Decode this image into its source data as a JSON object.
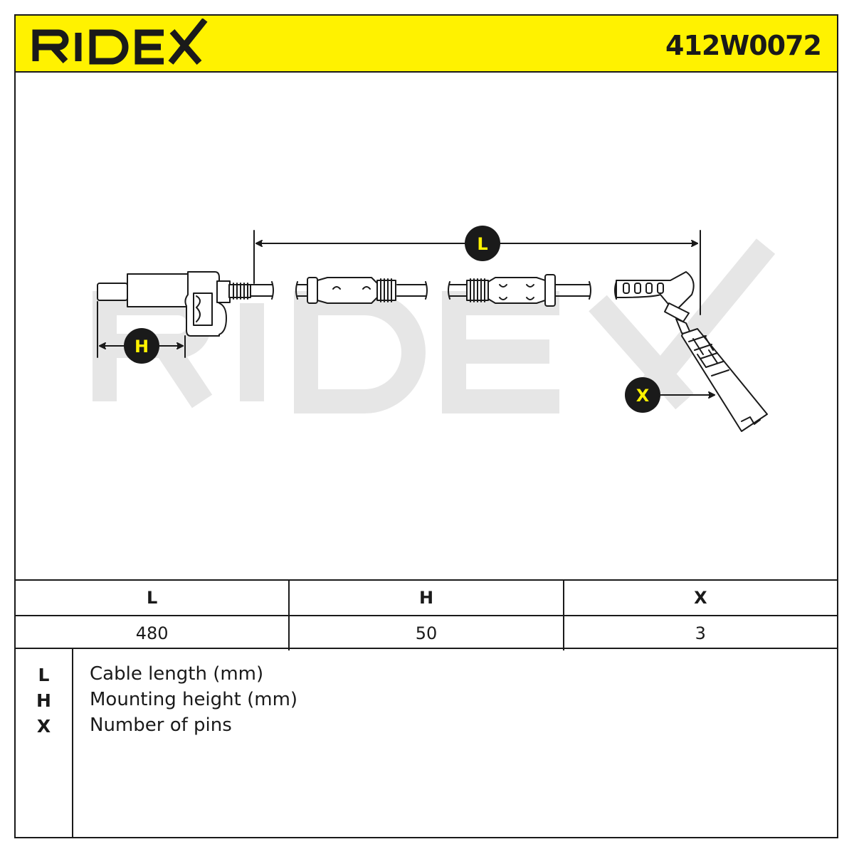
{
  "brand": "RIDEX",
  "part_number": "412W0072",
  "diagram": {
    "labels": {
      "L": "L",
      "H": "H",
      "X": "X"
    },
    "watermark": "RIDEX"
  },
  "spec_table": {
    "headers": [
      "L",
      "H",
      "X"
    ],
    "values": [
      "480",
      "50",
      "3"
    ]
  },
  "legend": [
    {
      "key": "L",
      "text": "Cable length (mm)"
    },
    {
      "key": "H",
      "text": "Mounting height (mm)"
    },
    {
      "key": "X",
      "text": "Number of pins"
    }
  ],
  "colors": {
    "header_bg": "#fff200",
    "line": "#1a1a1a",
    "watermark": "#e6e6e6"
  }
}
